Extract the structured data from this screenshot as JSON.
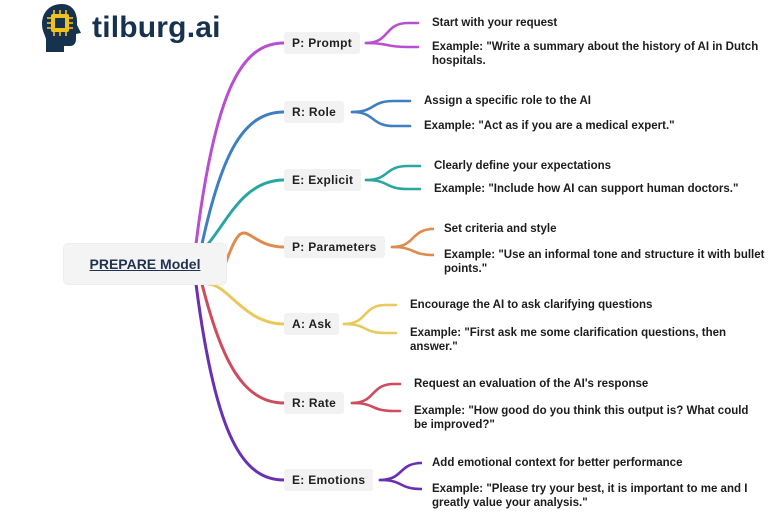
{
  "logo": {
    "text": "tilburg.ai",
    "icon": "head-chip-icon"
  },
  "root": {
    "label": "PREPARE Model"
  },
  "branches": [
    {
      "label": "P: Prompt",
      "color": "#b84fd0",
      "details": [
        "Start with your request",
        "Example: \"Write a summary about the history of AI in Dutch hospitals."
      ]
    },
    {
      "label": "R: Role",
      "color": "#3e7fc4",
      "details": [
        "Assign a specific role to the AI",
        "Example: \"Act as if you are a medical expert.\""
      ]
    },
    {
      "label": "E: Explicit",
      "color": "#2aa6a2",
      "details": [
        "Clearly define your expectations",
        "Example: \"Include how AI can support human doctors.\""
      ]
    },
    {
      "label": "P: Parameters",
      "color": "#e08a4e",
      "details": [
        "Set criteria and style",
        "Example: \"Use an informal tone and structure it with bullet points.\""
      ]
    },
    {
      "label": "A: Ask",
      "color": "#e8c95a",
      "details": [
        "Encourage the AI to ask clarifying questions",
        "Example: \"First ask me some clarification questions, then answer.\""
      ]
    },
    {
      "label": "R: Rate",
      "color": "#cf4b5e",
      "details": [
        "Request an evaluation of the AI's response",
        "Example: \"How good do you think this output is? What could be improved?\""
      ]
    },
    {
      "label": "E: Emotions",
      "color": "#6a2fb3",
      "details": [
        "Add emotional context for better performance",
        "Example: \"Please try your best, it is important to me and I greatly value your analysis.\""
      ]
    }
  ]
}
